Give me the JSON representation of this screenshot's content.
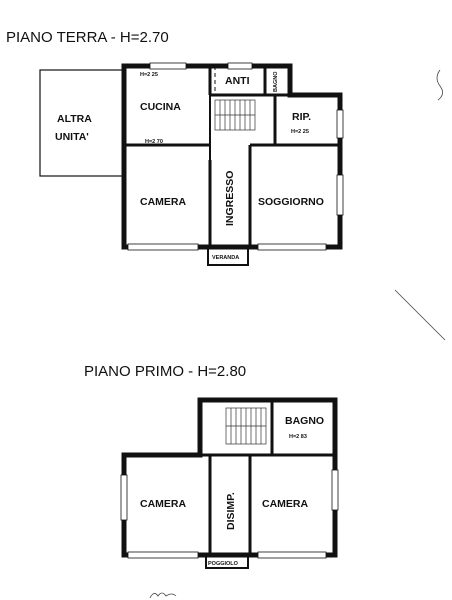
{
  "ground_floor": {
    "title": "PIANO TERRA - H=2.70",
    "rooms": {
      "altra": "ALTRA",
      "unita": "UNITA'",
      "cucina": "CUCINA",
      "h_cucina_top": "H=2 25",
      "h_cucina_bottom": "H=2 70",
      "anti": "ANTI",
      "bagno": "BAGNO",
      "rip": "RIP.",
      "h_rip": "H=2 25",
      "camera": "CAMERA",
      "ingresso": "INGRESSO",
      "soggiorno": "SOGGIORNO",
      "veranda": "VERANDA"
    }
  },
  "first_floor": {
    "title": "PIANO PRIMO - H=2.80",
    "rooms": {
      "bagno": "BAGNO",
      "h_bagno": "H=2 83",
      "camera_left": "CAMERA",
      "disimp": "DISIMP.",
      "camera_right": "CAMERA",
      "poggiolo": "POGGIOLO"
    }
  }
}
